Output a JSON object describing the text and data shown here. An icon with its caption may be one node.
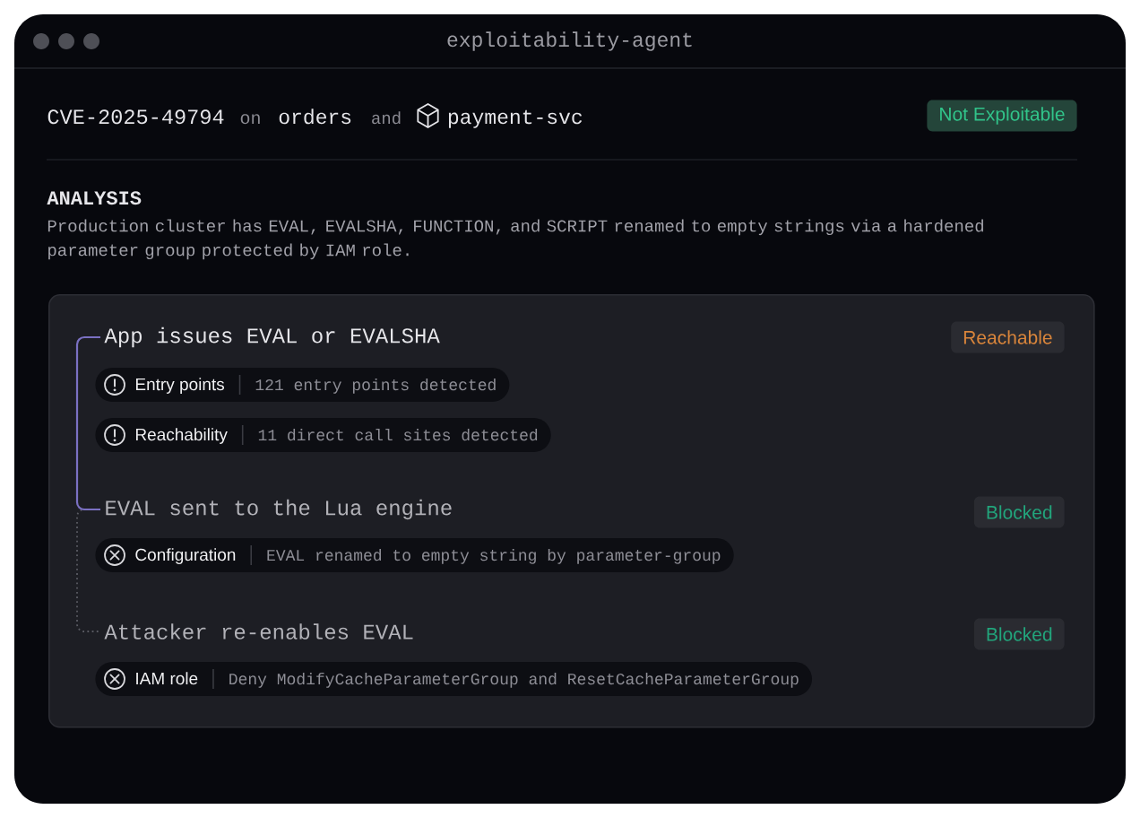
{
  "diagram": {
    "title": "exploitability-agent",
    "nodes": [
      {
        "text": [
          "Not Exploitable"
        ]
      },
      {
        "text": [],
        "shape": "box"
      },
      {
        "text": [
          "App issues EVAL or EVALSHA"
        ],
        "in": 1
      },
      {
        "text": [
          "Reachable"
        ],
        "in": 1
      },
      {
        "text": [
          "Entry points",
          "121 entry points detected"
        ],
        "in": 1
      },
      {
        "text": [
          "Reachability",
          "11 direct call sites detected"
        ],
        "in": 1
      },
      {
        "text": [
          "EVAL sent to the Lua engine"
        ],
        "in": 1
      },
      {
        "text": [
          "Blocked"
        ],
        "in": 1
      },
      {
        "text": [
          "Configuration",
          "EVAL renamed to empty string by parameter-group"
        ],
        "in": 1
      },
      {
        "text": [
          "Attacker re-enables EVAL"
        ],
        "in": 1
      },
      {
        "text": [
          "Blocked"
        ],
        "in": 1
      },
      {
        "text": [
          "IAM role",
          "Deny ModifyCacheParameterGroup and ResetCacheParameterGroup"
        ],
        "in": 1
      }
    ],
    "edges": [
      {
        "from": 2,
        "to": 6,
        "arrow": "none",
        "color": "#7a70c2"
      },
      {
        "from": 6,
        "to": 9,
        "arrow": "none",
        "style": "dashed",
        "color": "#5a5b63"
      }
    ],
    "labels": [
      "CVE-2025-49794",
      "on",
      "orders",
      "and",
      "payment-svc",
      "ANALYSIS",
      "Production cluster has EVAL, EVALSHA, FUNCTION, and SCRIPT renamed to empty strings via a hardened parameter group protected by IAM role."
    ]
  }
}
